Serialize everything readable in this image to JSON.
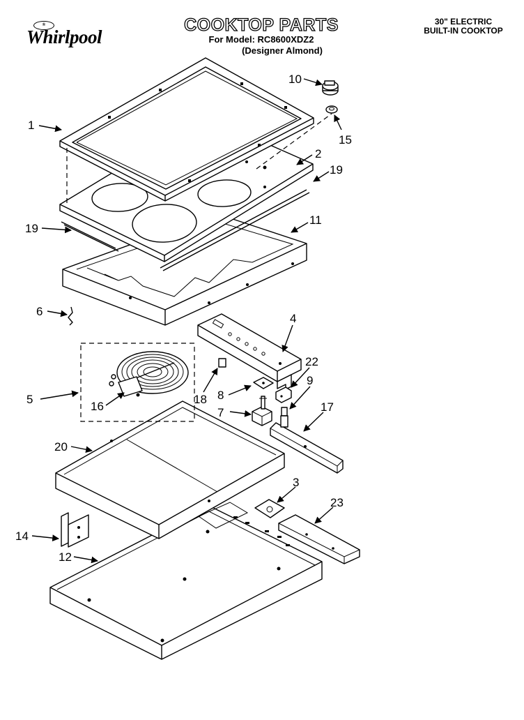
{
  "header": {
    "brand": "Whirlpool",
    "brand_mark": "®",
    "title": "COOKTOP PARTS",
    "model": "For Model: RC8600XDZ2",
    "variant": "(Designer Almond)",
    "spec_line1": "30\" ELECTRIC",
    "spec_line2": "BUILT-IN COOKTOP"
  },
  "callouts": [
    {
      "id": "p1",
      "label": "1"
    },
    {
      "id": "p10",
      "label": "10"
    },
    {
      "id": "p15",
      "label": "15"
    },
    {
      "id": "p2",
      "label": "2"
    },
    {
      "id": "p19a",
      "label": "19"
    },
    {
      "id": "p19b",
      "label": "19"
    },
    {
      "id": "p11",
      "label": "11"
    },
    {
      "id": "p6",
      "label": "6"
    },
    {
      "id": "p4",
      "label": "4"
    },
    {
      "id": "p22",
      "label": "22"
    },
    {
      "id": "p9",
      "label": "9"
    },
    {
      "id": "p5",
      "label": "5"
    },
    {
      "id": "p16",
      "label": "16"
    },
    {
      "id": "p18",
      "label": "18"
    },
    {
      "id": "p8",
      "label": "8"
    },
    {
      "id": "p7",
      "label": "7"
    },
    {
      "id": "p17",
      "label": "17"
    },
    {
      "id": "p20",
      "label": "20"
    },
    {
      "id": "p3",
      "label": "3"
    },
    {
      "id": "p23",
      "label": "23"
    },
    {
      "id": "p14",
      "label": "14"
    },
    {
      "id": "p12",
      "label": "12"
    }
  ]
}
